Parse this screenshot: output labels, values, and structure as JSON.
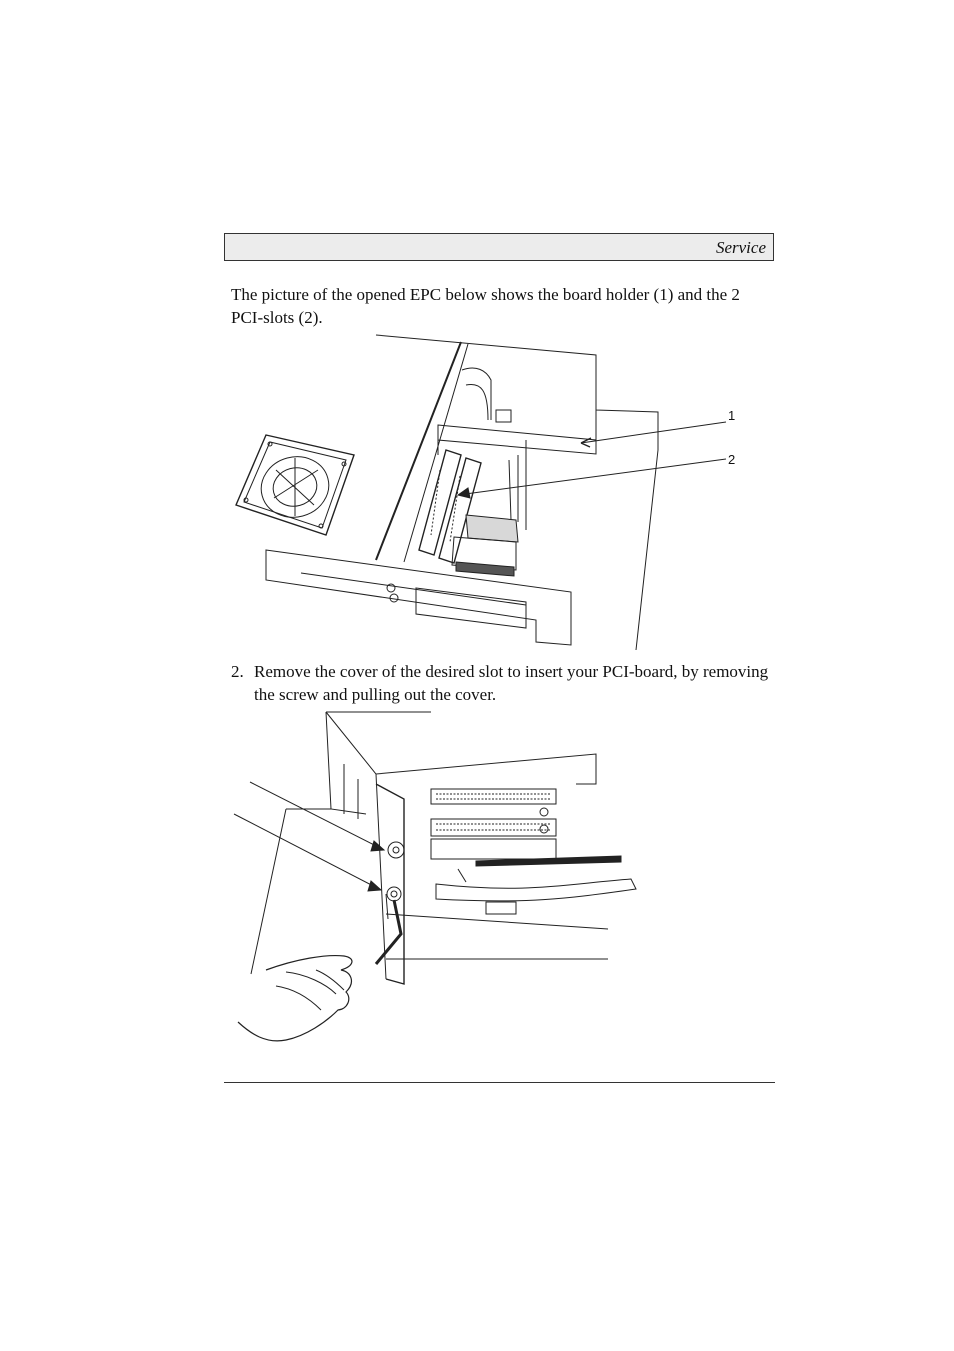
{
  "header": {
    "section_title": "Service"
  },
  "intro": {
    "text": "The picture of the opened EPC below shows the board holder (1) and the 2 PCI-slots (2)."
  },
  "figure1": {
    "callouts": [
      "1",
      "2"
    ]
  },
  "step2": {
    "number": "2.",
    "text": "Remove the cover of the desired slot to insert your PCI-board, by removing the screw and pulling out the cover."
  }
}
